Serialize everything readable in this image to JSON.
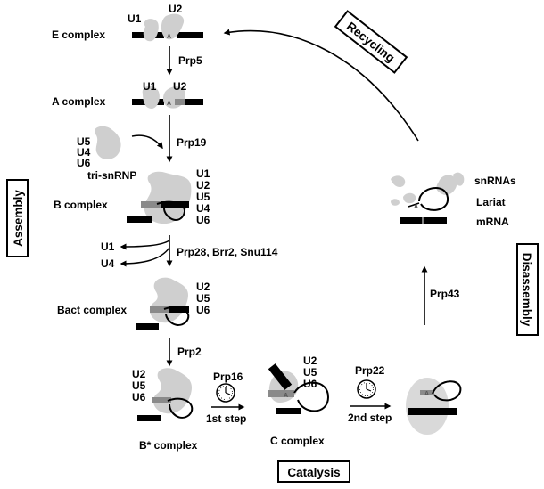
{
  "stages": {
    "e_complex": "E complex",
    "a_complex": "A complex",
    "b_complex": "B complex",
    "bact_complex": "Bact complex",
    "b_star_complex": "B* complex",
    "c_complex": "C complex"
  },
  "snrnps": {
    "u1": "U1",
    "u2": "U2",
    "u4": "U4",
    "u5": "U5",
    "u6": "U6",
    "tri_snrnp": "tri-snRNP"
  },
  "factors": {
    "prp5": "Prp5",
    "prp19": "Prp19",
    "prp28_group": "Prp28, Brr2, Snu114",
    "prp2": "Prp2",
    "prp16": "Prp16",
    "prp22": "Prp22",
    "prp43": "Prp43"
  },
  "steps": {
    "first": "1st step",
    "second": "2nd step"
  },
  "released": {
    "snrnas": "snRNAs",
    "lariat": "Lariat",
    "mrna": "mRNA"
  },
  "branch_point": "A",
  "phases": {
    "assembly": "Assembly",
    "recycling": "Recycling",
    "disassembly": "Disassembly",
    "catalysis": "Catalysis"
  }
}
